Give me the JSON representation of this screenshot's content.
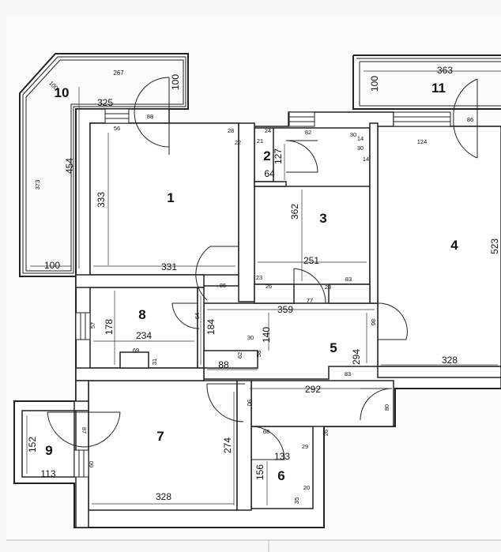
{
  "rooms": [
    "1",
    "2",
    "3",
    "4",
    "5",
    "6",
    "7",
    "8",
    "9",
    "10",
    "11"
  ],
  "dims_large": [
    "267",
    "325",
    "454",
    "100",
    "363",
    "333",
    "331",
    "127",
    "64",
    "362",
    "251",
    "359",
    "234",
    "178",
    "184",
    "88",
    "140",
    "294",
    "328",
    "292",
    "274",
    "133",
    "156",
    "113",
    "152",
    "328",
    "523",
    "100",
    "100"
  ],
  "dims_small": [
    "100",
    "373",
    "88",
    "56",
    "28",
    "22",
    "24",
    "21",
    "82",
    "30",
    "14",
    "14",
    "30",
    "124",
    "86",
    "85",
    "23",
    "26",
    "77",
    "28",
    "83",
    "86",
    "64",
    "57",
    "69",
    "31",
    "62",
    "30",
    "58",
    "83",
    "90",
    "80",
    "87",
    "68",
    "29",
    "26",
    "20",
    "35",
    "60"
  ]
}
